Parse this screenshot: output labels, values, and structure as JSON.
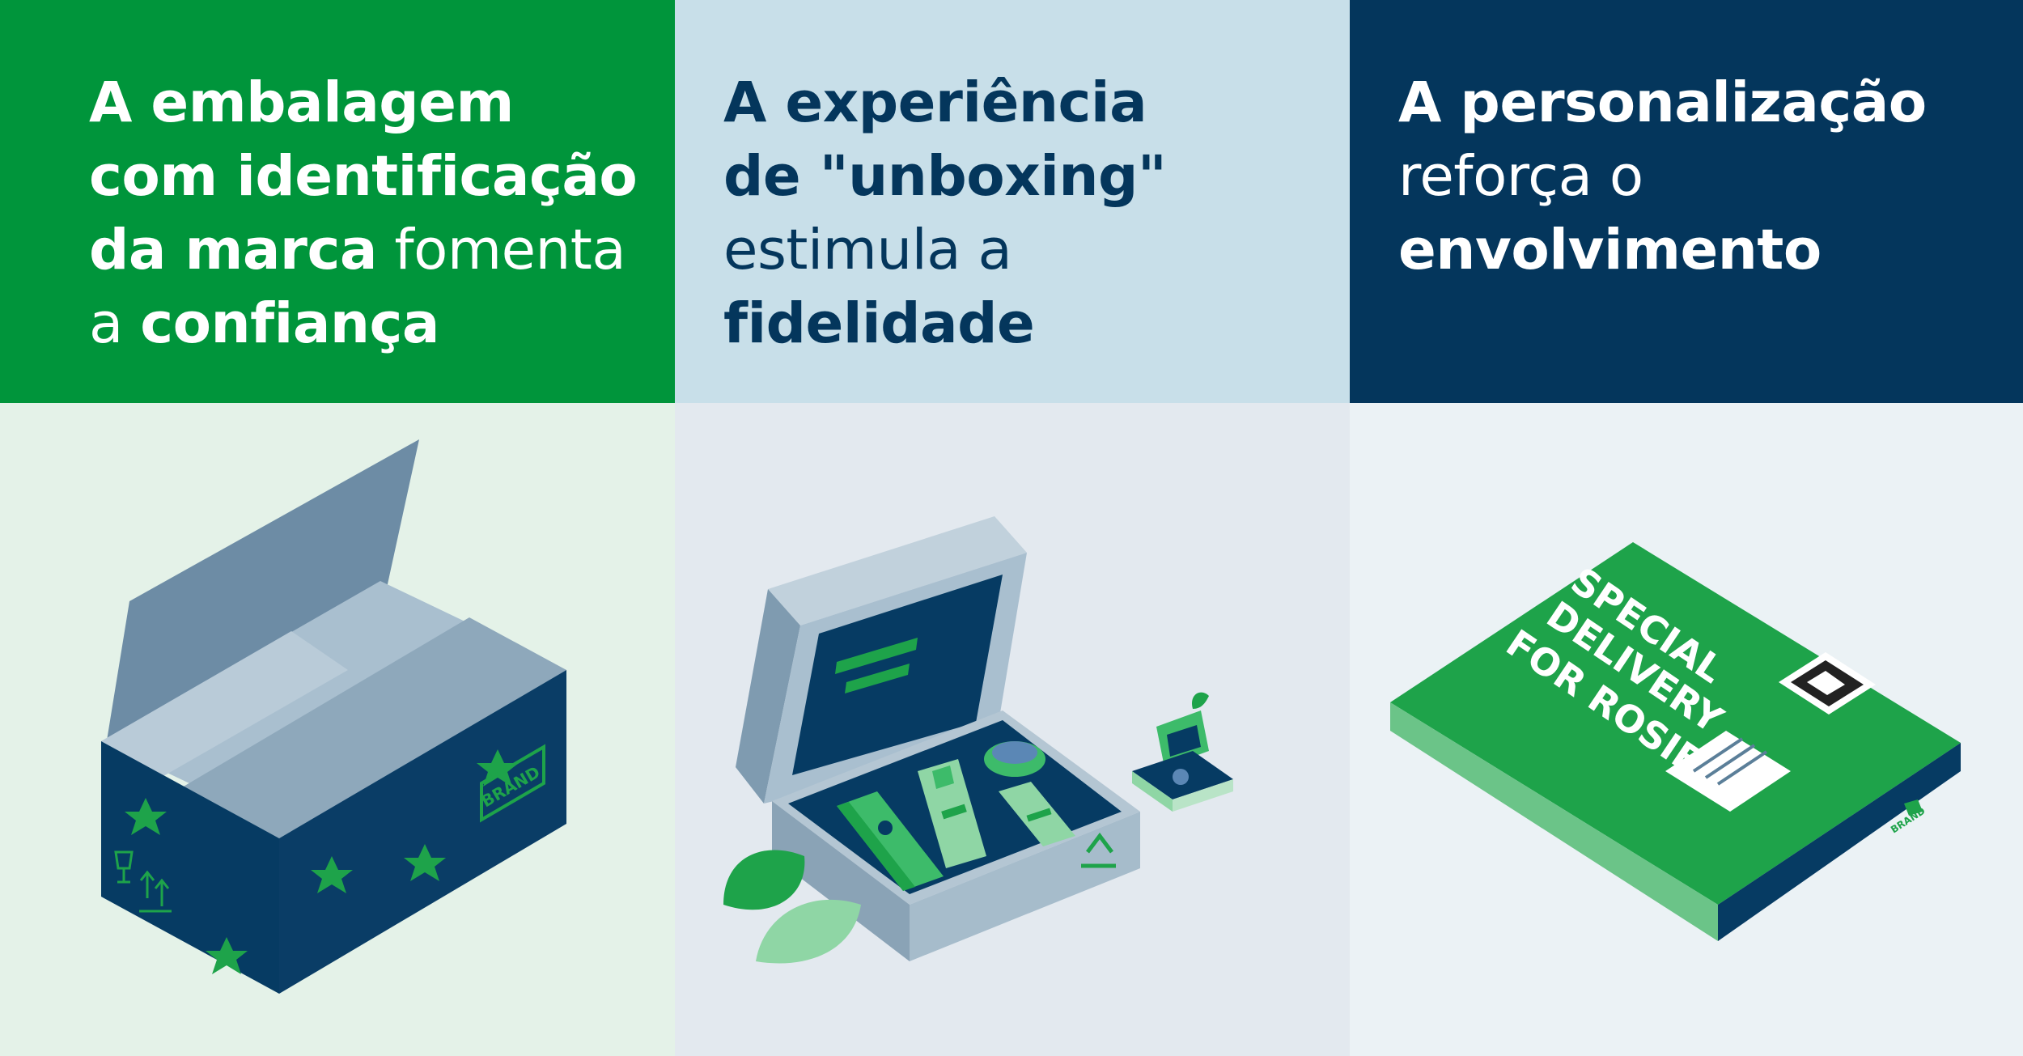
{
  "panels": [
    {
      "id": "brand-packaging",
      "colors": {
        "header": "#00953b",
        "body": "#e4f2e8",
        "text": "#ffffff"
      },
      "title": {
        "l1": "A embalagem",
        "l2": "com identificação",
        "l3b": "da marca",
        "l3n": " fomenta",
        "l4n": "a ",
        "l4b": "confiança"
      },
      "illustration": {
        "box_label": "BRAND"
      }
    },
    {
      "id": "unboxing",
      "colors": {
        "header": "#c8dfe9",
        "body": "#e3e9ef",
        "text": "#04365c"
      },
      "title": {
        "l1": "A experiência",
        "l2": "de \"unboxing\"",
        "l3": "estimula a",
        "l4": "fidelidade"
      }
    },
    {
      "id": "personalization",
      "colors": {
        "header": "#04365c",
        "body": "#ebf2f5",
        "text": "#ffffff"
      },
      "title": {
        "l1": "A personalização",
        "l2": "reforça o",
        "l3": "envolvimento"
      },
      "illustration": {
        "mailer_line1": "SPECIAL",
        "mailer_line2": "DELIVERY",
        "mailer_line3": "FOR ROSIE!",
        "box_label": "BRAND"
      }
    }
  ]
}
